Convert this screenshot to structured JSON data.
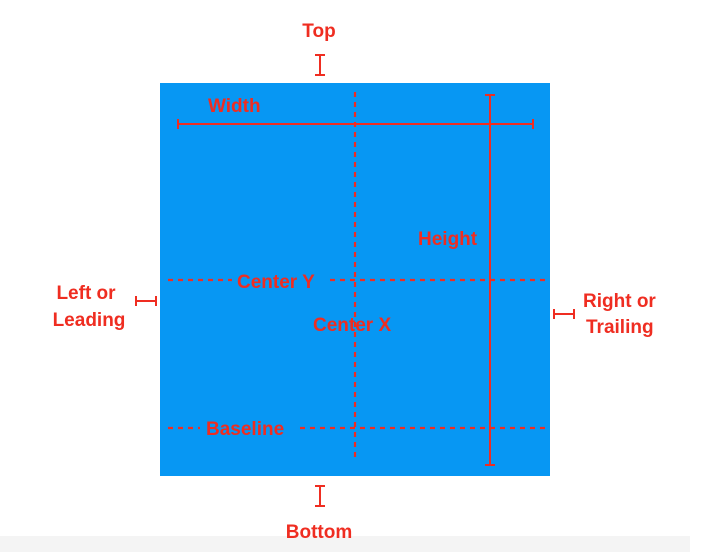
{
  "colors": {
    "box": "#0797f3",
    "accent": "#ef2d21",
    "background": "#ffffff"
  },
  "labels": {
    "top": "Top",
    "width": "Width",
    "height": "Height",
    "center_y": "Center Y",
    "center_x": "Center X",
    "baseline": "Baseline",
    "left_line1": "Left or",
    "left_line2": "Leading",
    "right_line1": "Right or",
    "right_line2": "Trailing",
    "bottom": "Bottom"
  }
}
